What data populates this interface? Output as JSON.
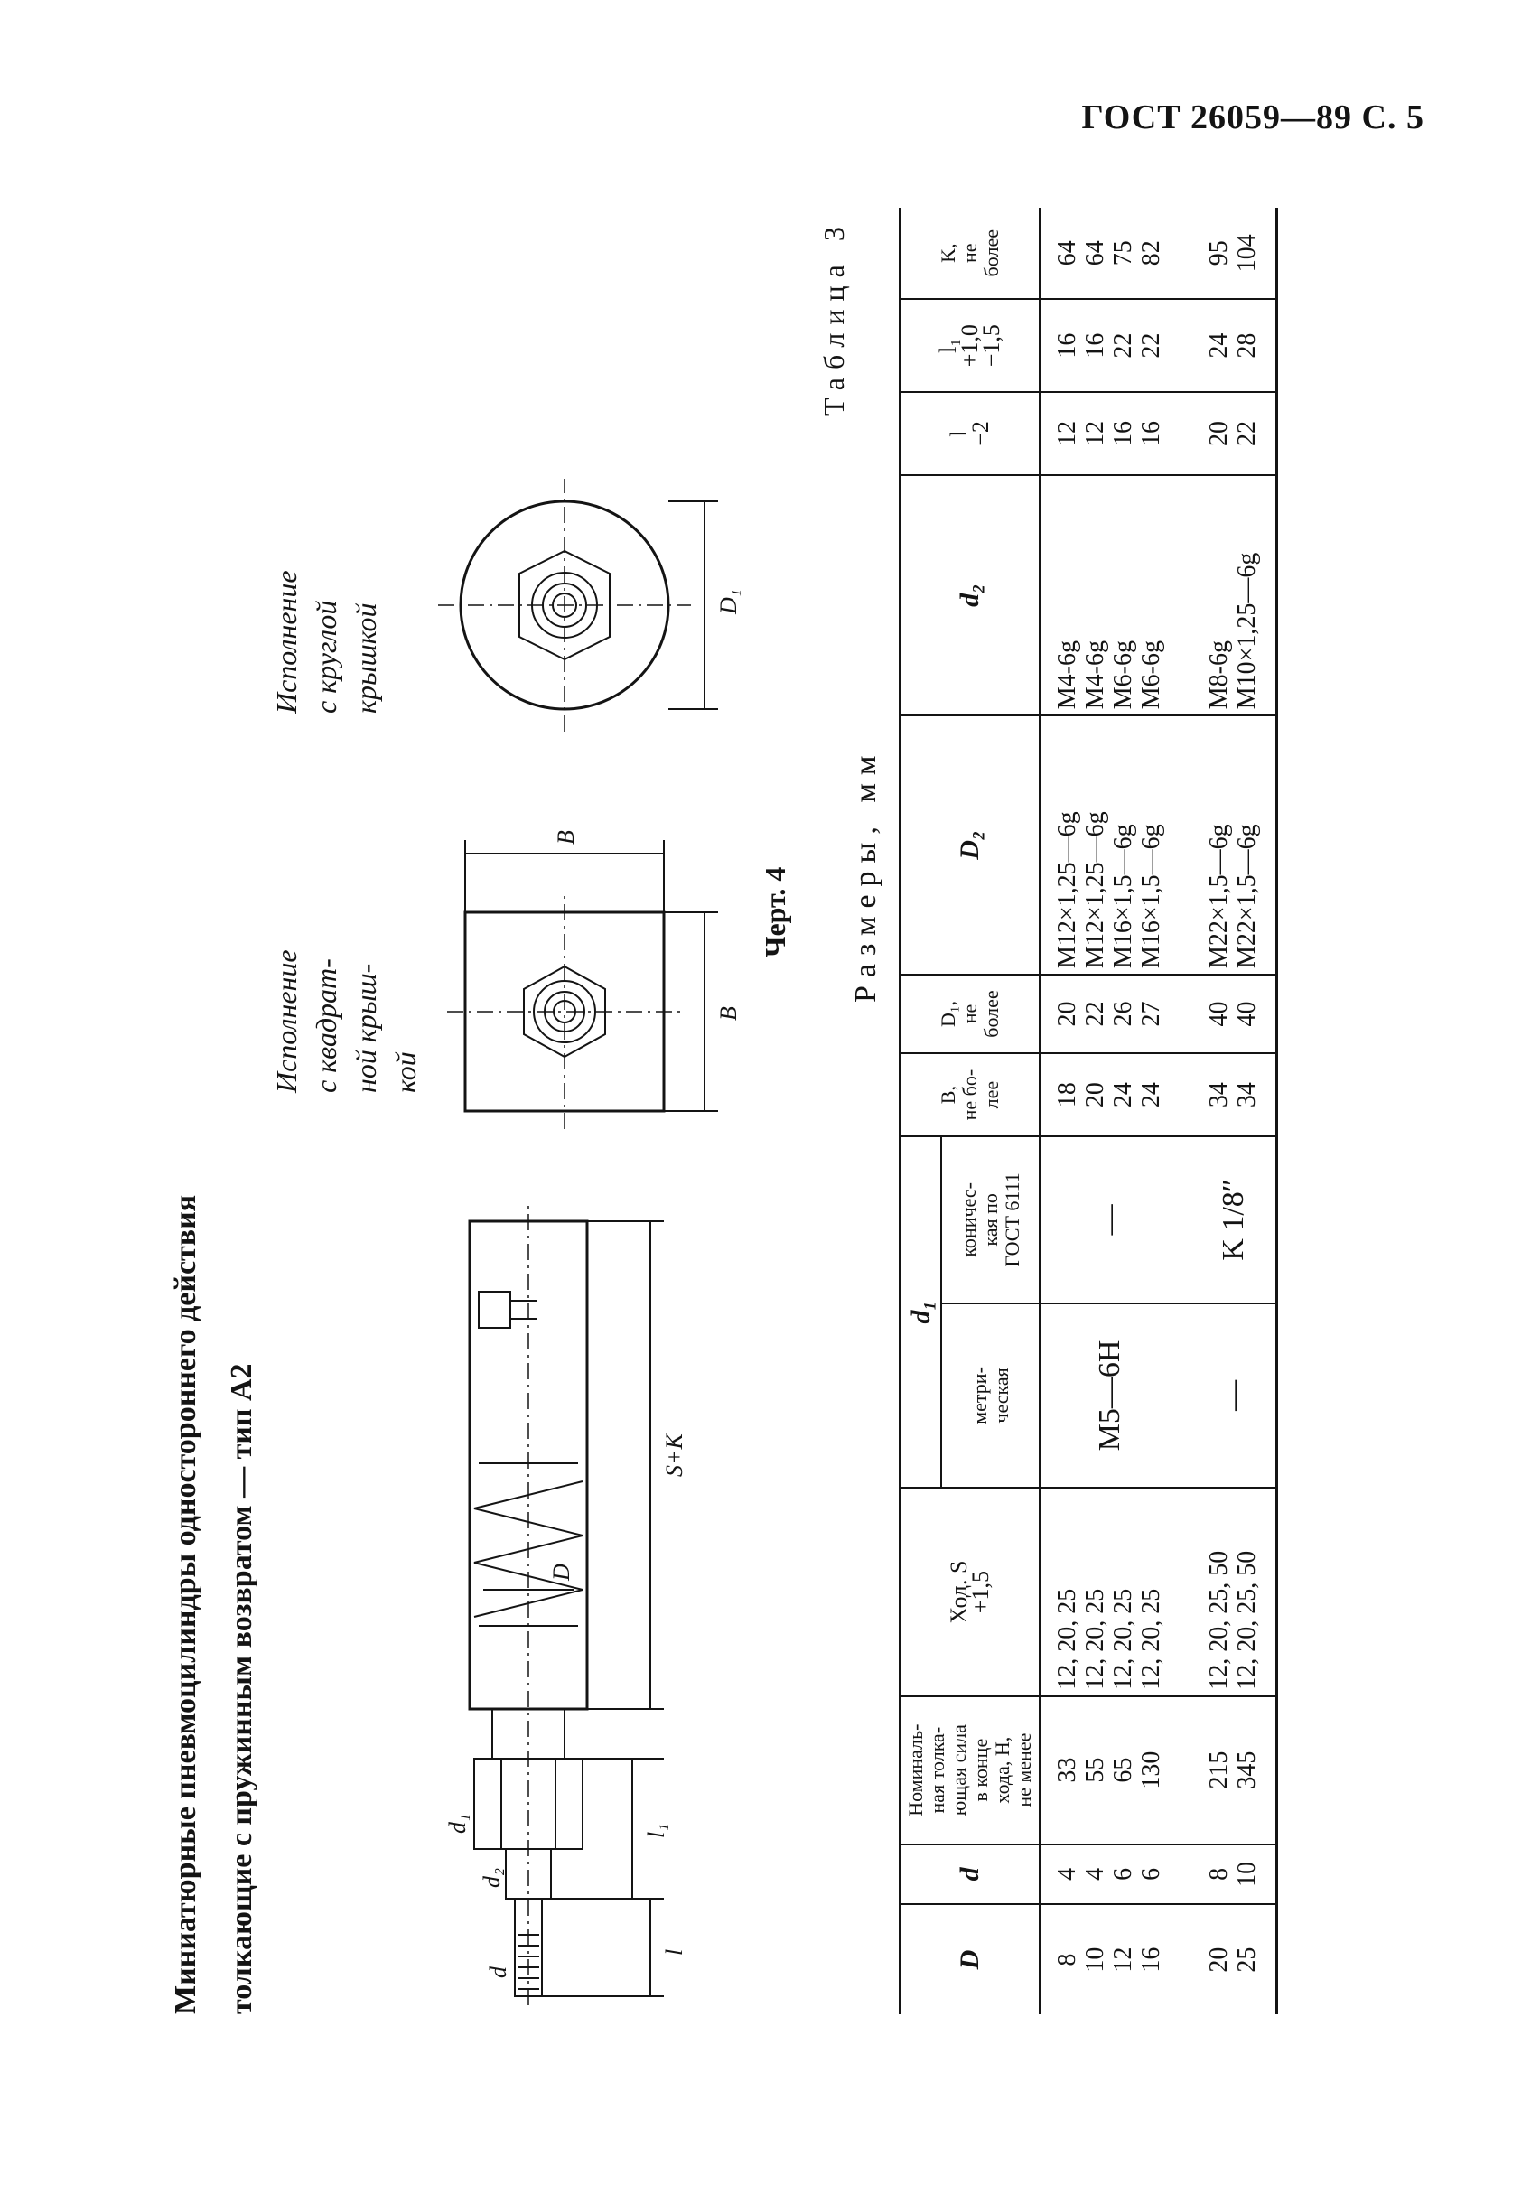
{
  "header": {
    "gost": "ГОСТ 26059—89 С. 5"
  },
  "title": {
    "line1": "Миниатюрные пневмоцилиндры одностороннего действия",
    "line2": "толкающие с пружинным возвратом — тип А2"
  },
  "variants": {
    "square": [
      "Исполнение",
      "с квадрат-",
      "ной крыш-",
      "кой"
    ],
    "round": [
      "Исполнение",
      "с круглой",
      "крышкой"
    ]
  },
  "drawing": {
    "caption": "Черт. 4",
    "labels": {
      "s_k": "S+K",
      "l": "l",
      "l1": "l₁",
      "d": "D",
      "d1": "d₁",
      "d2": "d₂",
      "b1": "B",
      "b2": "B",
      "d1_right": "D₁",
      "d_rod": "d"
    }
  },
  "table": {
    "label": "Таблица 3",
    "units": "Размеры, мм",
    "headers": {
      "D": "D",
      "d": "d",
      "force": [
        "Номиналь-",
        "ная толка-",
        "ющая сила",
        "в конце",
        "хода, Н,",
        "не менее"
      ],
      "stroke": [
        "Ход. S",
        "+1,5"
      ],
      "d1": "d₁",
      "d1_metric": [
        "метри-",
        "ческая"
      ],
      "d1_conic": [
        "коничес-",
        "кая по",
        "ГОСТ 6111"
      ],
      "B": [
        "B,",
        "не бо-",
        "лее"
      ],
      "D1": [
        "D₁,",
        "не",
        "более"
      ],
      "D2": "D₂",
      "d2": "d₂",
      "l": [
        "l",
        "−2"
      ],
      "l1": [
        "l₁",
        "+1,0",
        "−1,5"
      ],
      "K": [
        "K,",
        "не",
        "более"
      ]
    },
    "group1": {
      "D": [
        "8",
        "10",
        "12",
        "16"
      ],
      "d": [
        "4",
        "4",
        "6",
        "6"
      ],
      "force": [
        "33",
        "55",
        "65",
        "130"
      ],
      "stroke": [
        "12, 20, 25",
        "12, 20, 25",
        "12, 20, 25",
        "12, 20, 25"
      ],
      "d1_metric": "M5—6H",
      "d1_conic": "—",
      "B": [
        "18",
        "20",
        "24",
        "24"
      ],
      "D1": [
        "20",
        "22",
        "26",
        "27"
      ],
      "D2": [
        "M12×1,25—6g",
        "M12×1,25—6g",
        "M16×1,5—6g",
        "M16×1,5—6g"
      ],
      "d2": [
        "M4-6g",
        "M4-6g",
        "M6-6g",
        "M6-6g"
      ],
      "l": [
        "12",
        "12",
        "16",
        "16"
      ],
      "l1": [
        "16",
        "16",
        "22",
        "22"
      ],
      "K": [
        "64",
        "64",
        "75",
        "82"
      ]
    },
    "group2": {
      "D": [
        "20",
        "25"
      ],
      "d": [
        "8",
        "10"
      ],
      "force": [
        "215",
        "345"
      ],
      "stroke": [
        "12, 20, 25, 50",
        "12, 20, 25, 50"
      ],
      "d1_metric": "—",
      "d1_conic": "K 1/8″",
      "B": [
        "34",
        "34"
      ],
      "D1": [
        "40",
        "40"
      ],
      "D2": [
        "M22×1,5—6g",
        "M22×1,5—6g"
      ],
      "d2": [
        "M8-6g",
        "M10×1,25—6g"
      ],
      "l": [
        "20",
        "22"
      ],
      "l1": [
        "24",
        "28"
      ],
      "K": [
        "95",
        "104"
      ]
    }
  }
}
